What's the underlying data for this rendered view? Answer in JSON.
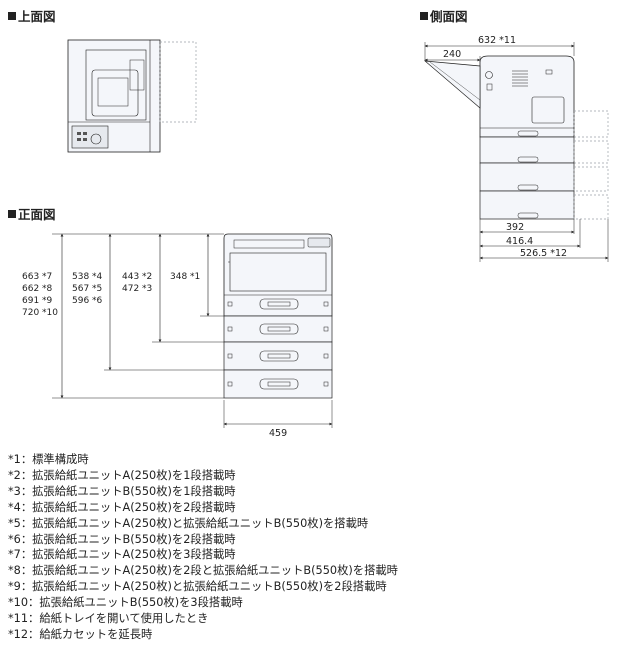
{
  "sections": {
    "top_view": "上面図",
    "side_view": "側面図",
    "front_view": "正面図"
  },
  "side_dims": {
    "d632": "632 *11",
    "d240": "240",
    "d392": "392",
    "d416": "416.4",
    "d526": "526.5 *12"
  },
  "front_dims": {
    "col1": [
      "663 *7",
      "662 *8",
      "691 *9",
      "720 *10"
    ],
    "col2": [
      "538 *4",
      "567 *5",
      "596 *6"
    ],
    "col3": [
      "443 *2",
      "472 *3"
    ],
    "col4": "348 *1",
    "width": "459"
  },
  "notes": [
    "*1：標準構成時",
    "*2：拡張給紙ユニットA(250枚)を1段搭載時",
    "*3：拡張給紙ユニットB(550枚)を1段搭載時",
    "*4：拡張給紙ユニットA(250枚)を2段搭載時",
    "*5：拡張給紙ユニットA(250枚)と拡張給紙ユニットB(550枚)を搭載時",
    "*6：拡張給紙ユニットB(550枚)を2段搭載時",
    "*7：拡張給紙ユニットA(250枚)を3段搭載時",
    "*8：拡張給紙ユニットA(250枚)を2段と拡張給紙ユニットB(550枚)を搭載時",
    "*9：拡張給紙ユニットA(250枚)と拡張給紙ユニットB(550枚)を2段搭載時",
    "*10：拡張給紙ユニットB(550枚)を3段搭載時",
    "*11：給紙トレイを開いて使用したとき",
    "*12：給紙カセットを延長時"
  ],
  "colors": {
    "line": "#222222",
    "body_fill": "#f4f6fa",
    "dashed": "#9aa0a6"
  }
}
